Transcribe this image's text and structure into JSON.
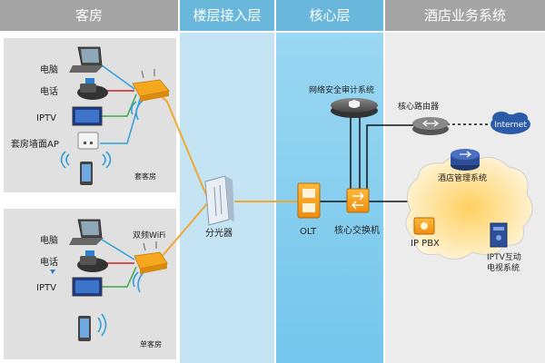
{
  "headers": {
    "guest_room": "客房",
    "floor_access": "楼层接入层",
    "core": "核心层",
    "business": "酒店业务系统"
  },
  "suite_room": {
    "pc_label": "电脑",
    "phone_label": "电话",
    "iptv_label": "IPTV",
    "wall_ap_label": "套房墙面AP",
    "room_label": "套客房"
  },
  "single_room": {
    "pc_label": "电脑",
    "phone_label": "电话",
    "iptv_label": "IPTV",
    "wifi_label": "双频WiFi",
    "room_label": "单客房"
  },
  "floor": {
    "splitter_label": "分光器"
  },
  "core_layer": {
    "audit_label": "网络安全审计系统",
    "olt_label": "OLT",
    "switch_label": "核心交换机"
  },
  "business_layer": {
    "router_label": "核心路由器",
    "internet_label": "Internet",
    "mgmt_label": "酒店管理系统",
    "pbx_label": "IP PBX",
    "iptv_sys_label_line1": "IPTV互动",
    "iptv_sys_label_line2": "电视系统"
  },
  "colors": {
    "header_gray": "#a4a4a4",
    "header_blue": "#69b8dc",
    "floor_bg": "#c4e4f4",
    "core_bg": "#8fd1f0",
    "room_bg": "#e0e0e0",
    "business_bg": "#ececec",
    "fiber_orange": "#f0a830",
    "cable_blue": "#2f9fdc",
    "cable_green": "#3aa84a",
    "cable_red": "#d02020"
  }
}
